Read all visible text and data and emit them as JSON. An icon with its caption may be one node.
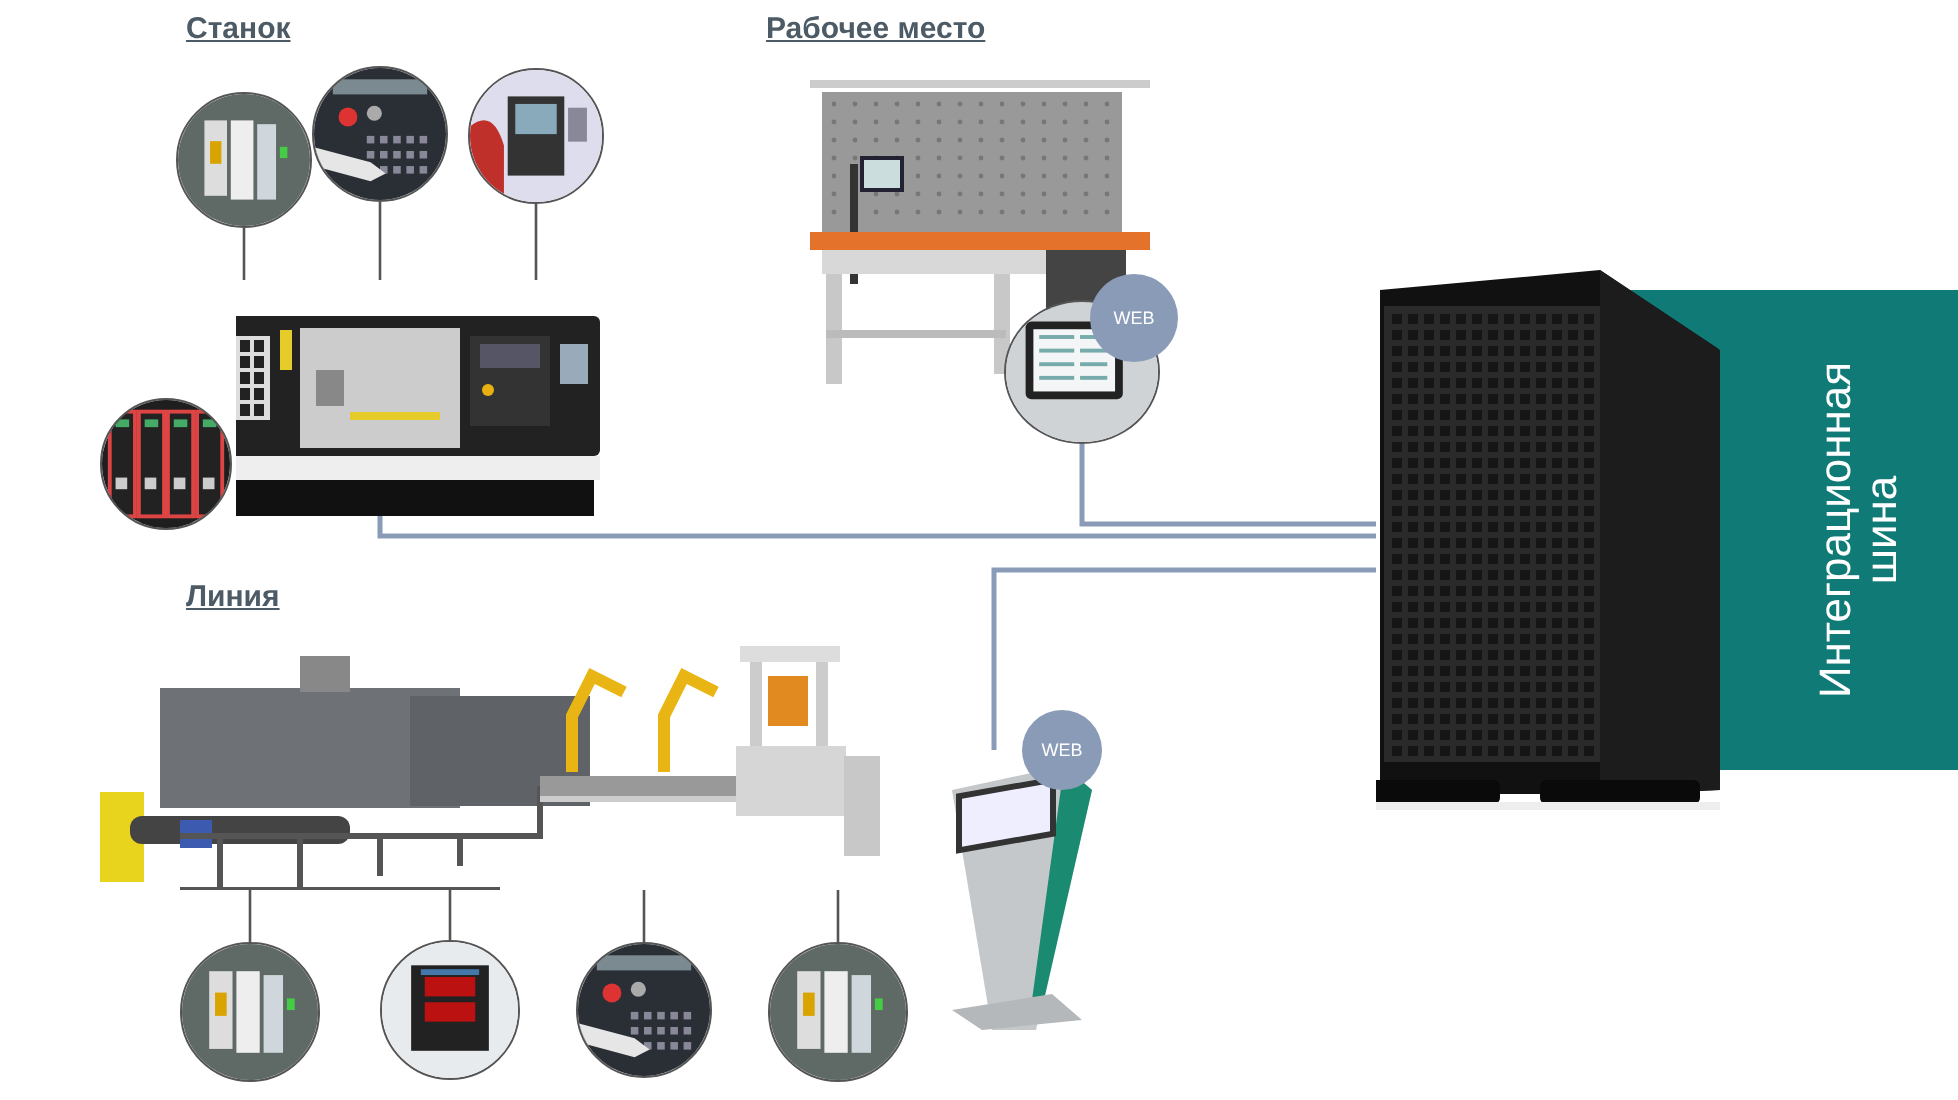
{
  "diagram": {
    "nodes": [
      {
        "text": [],
        "shape": "picture"
      },
      {
        "text": [],
        "shape": "picture"
      },
      {
        "text": [],
        "shape": "picture"
      },
      {
        "text": [],
        "shape": "picture"
      },
      {
        "text": [],
        "shape": "picture"
      },
      {
        "text": [],
        "shape": "picture"
      },
      {
        "text": [],
        "shape": "picture"
      },
      {
        "text": [
          "WEB"
        ]
      },
      {
        "text": [],
        "shape": "picture"
      },
      {
        "text": [
          "Интеграционная шина"
        ]
      },
      {
        "text": [],
        "shape": "picture"
      },
      {
        "text": [],
        "shape": "picture"
      },
      {
        "text": [
          "WEB"
        ]
      },
      {
        "text": [],
        "shape": "picture"
      },
      {
        "text": [],
        "shape": "picture"
      },
      {
        "text": [],
        "shape": "picture"
      },
      {
        "text": [],
        "shape": "picture"
      }
    ],
    "edges": [
      {
        "from": 1,
        "to": 0,
        "arrow": "none"
      },
      {
        "from": 2,
        "to": 0,
        "arrow": "none"
      },
      {
        "from": 3,
        "to": 0,
        "arrow": "none"
      },
      {
        "from": 0,
        "to": 8,
        "arrow": "none",
        "color": "#8a9bb8"
      },
      {
        "from": 6,
        "to": 8,
        "arrow": "none",
        "color": "#8a9bb8"
      },
      {
        "from": 11,
        "to": 8,
        "arrow": "none",
        "color": "#8a9bb8"
      },
      {
        "from": 13,
        "to": 10,
        "arrow": "none"
      },
      {
        "from": 14,
        "to": 10,
        "arrow": "none"
      },
      {
        "from": 15,
        "to": 10,
        "arrow": "none"
      },
      {
        "from": 16,
        "to": 10,
        "arrow": "none"
      }
    ],
    "labels": [
      "Станок",
      "Рабочее место",
      "Линия"
    ]
  }
}
